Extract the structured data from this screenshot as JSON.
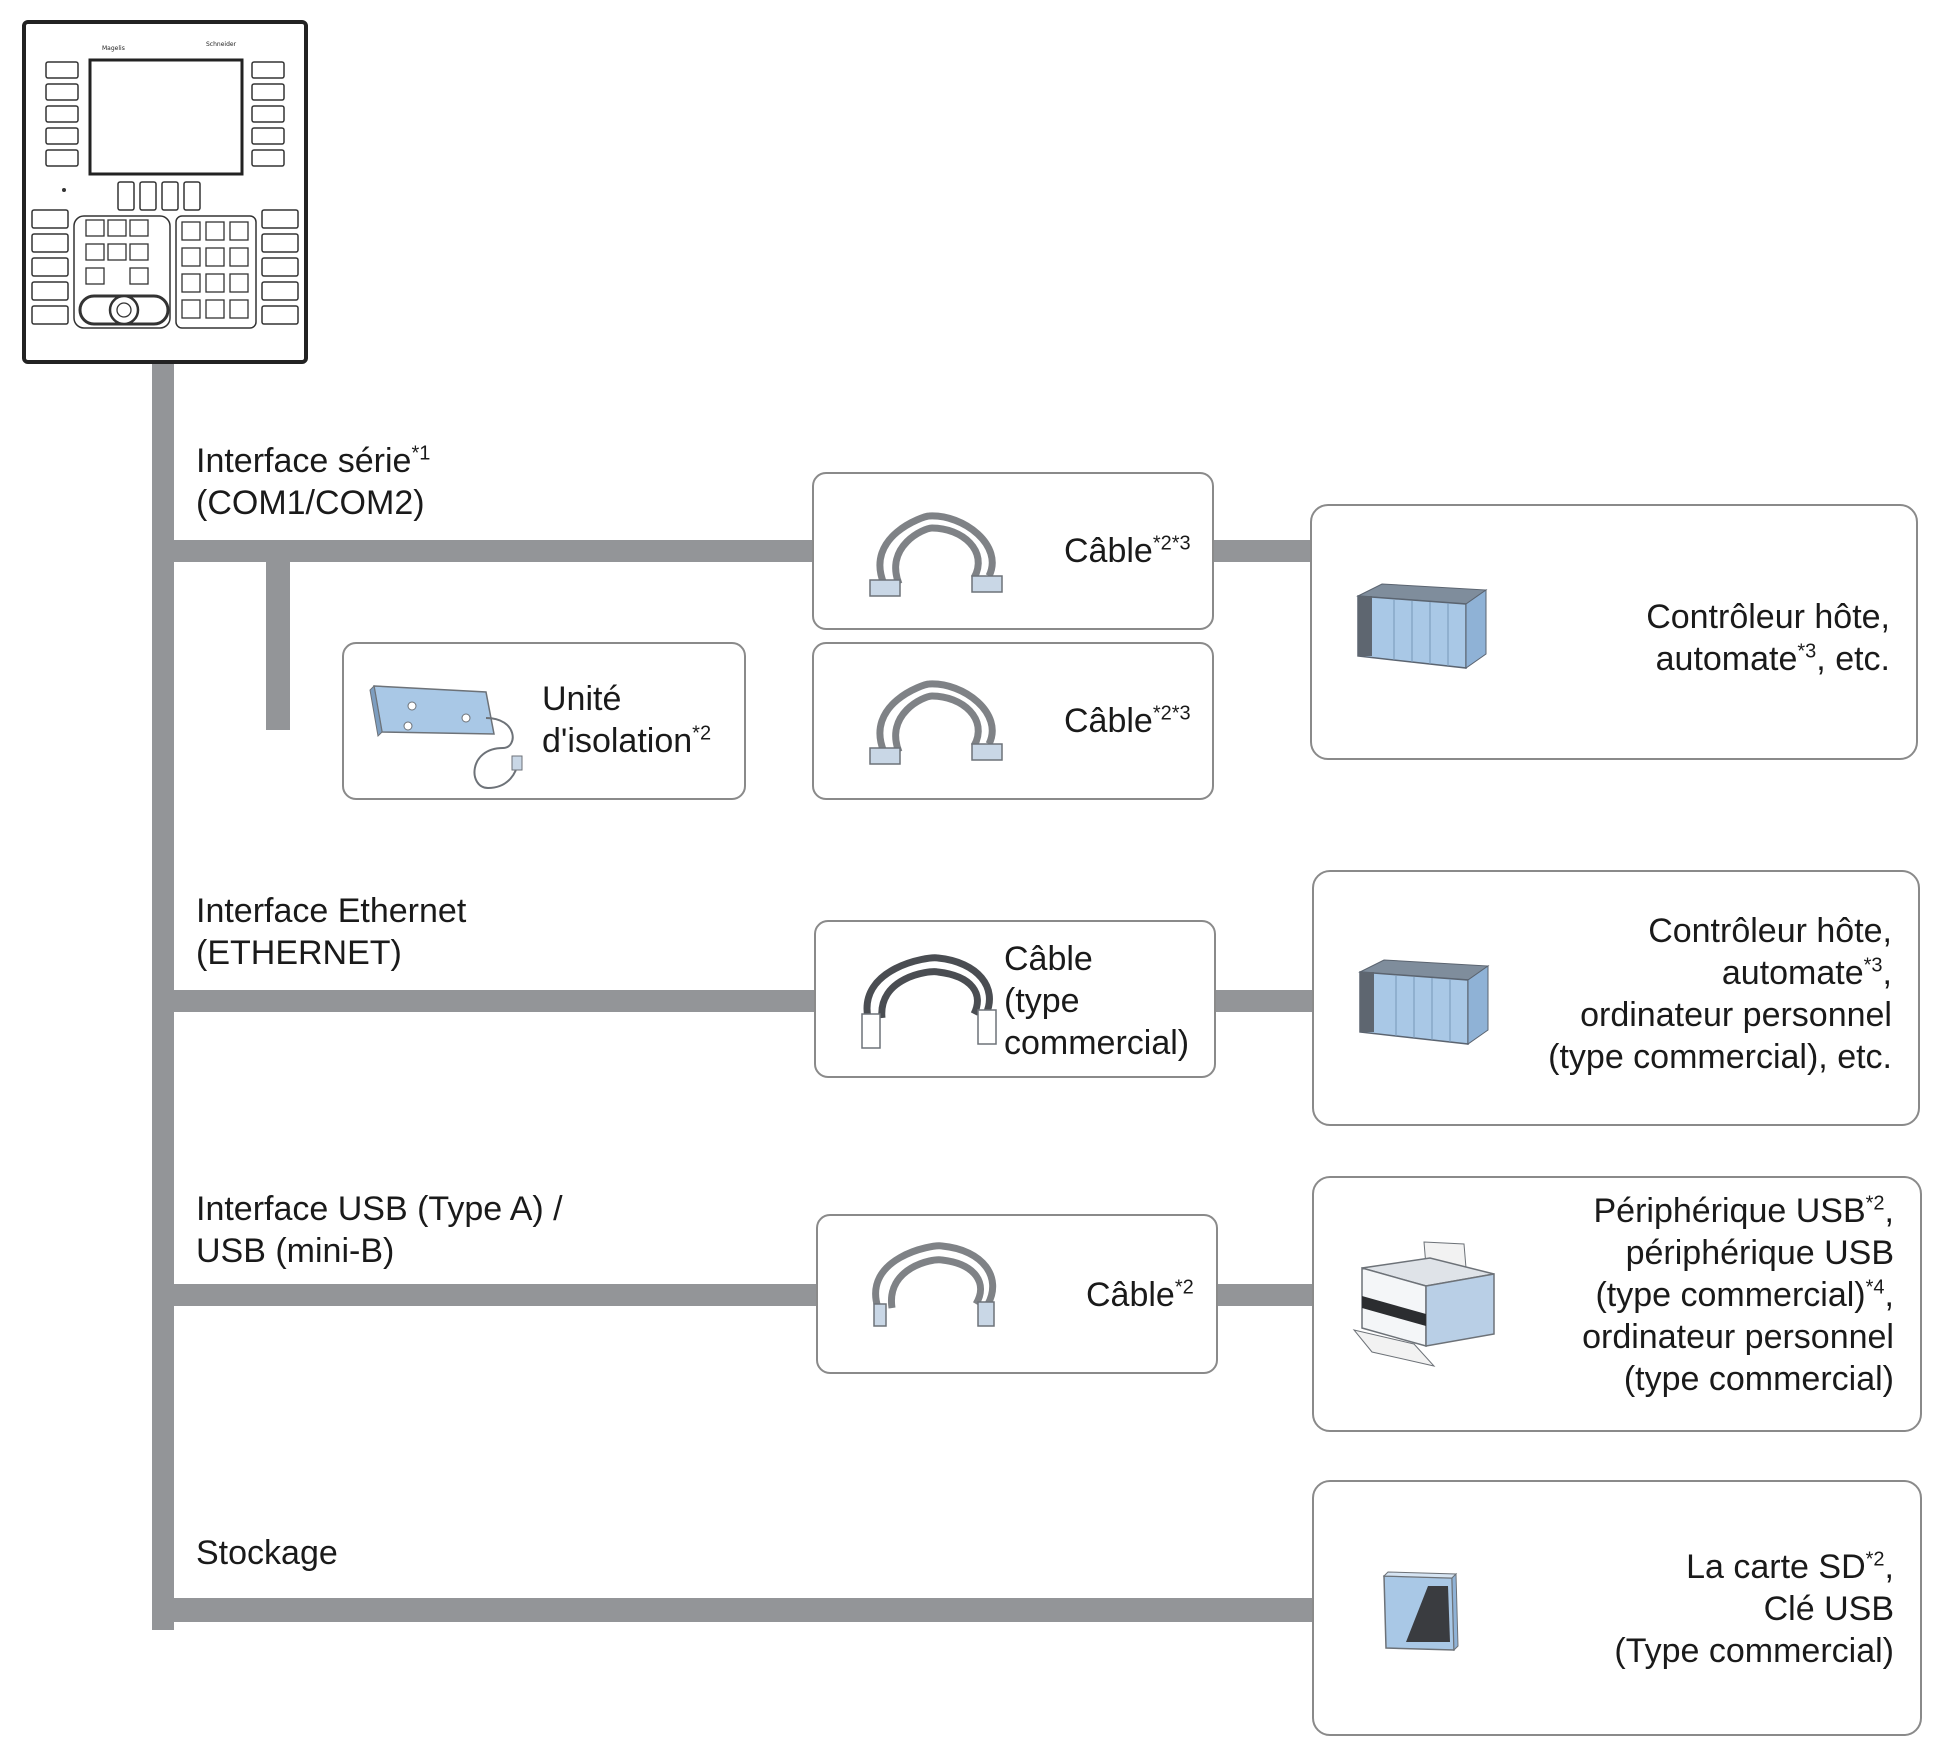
{
  "device": {
    "brand": "Schneider Electric",
    "model": "Magelis"
  },
  "interfaces": {
    "serial": {
      "line1": "Interface série",
      "line1_sup": "*1",
      "line2": "(COM1/COM2)"
    },
    "ethernet": {
      "line1": "Interface Ethernet",
      "line2": "(ETHERNET)"
    },
    "usb": {
      "line1": "Interface USB (Type A) /",
      "line2": "USB (mini-B)"
    },
    "storage": {
      "line1": "Stockage"
    }
  },
  "components": {
    "serial_cable_1": {
      "text": "Câble",
      "sup": "*2*3"
    },
    "serial_cable_2": {
      "text": "Câble",
      "sup": "*2*3"
    },
    "isolation_unit": {
      "line1": "Unité",
      "line2": "d'isolation",
      "line2_sup": "*2"
    },
    "ethernet_cable": {
      "line1": "Câble",
      "line2": "(type",
      "line3": "commercial)"
    },
    "usb_cable": {
      "text": "Câble",
      "sup": "*2"
    }
  },
  "targets": {
    "serial": {
      "line1": "Contrôleur hôte,",
      "line2_a": "automate",
      "line2_sup": "*3",
      "line2_b": ", etc."
    },
    "ethernet": {
      "line1": "Contrôleur hôte,",
      "line2_a": "automate",
      "line2_sup": "*3",
      "line2_b": ",",
      "line3": "ordinateur personnel",
      "line4": "(type commercial),  etc."
    },
    "usb": {
      "line1_a": "Périphérique USB",
      "line1_sup": "*2",
      "line1_b": ",",
      "line2": "périphérique USB",
      "line3_a": "(type commercial)",
      "line3_sup": "*4",
      "line3_b": ",",
      "line4": "ordinateur personnel",
      "line5": "(type commercial)"
    },
    "storage": {
      "line1_a": "La carte SD",
      "line1_sup": "*2",
      "line1_b": ",",
      "line2": "Clé USB",
      "line3": "(Type commercial)"
    }
  },
  "colors": {
    "trunk": "#939598",
    "box_border": "#8a8a8a",
    "device_blue": "#a9c8e6",
    "cable": "#7f8286"
  }
}
